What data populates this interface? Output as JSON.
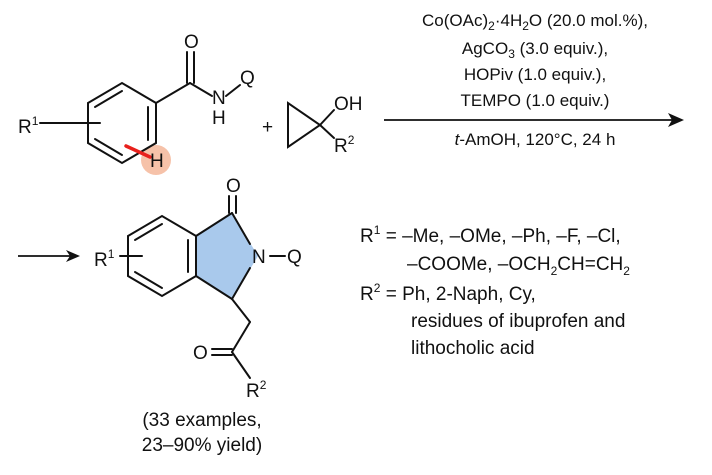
{
  "scheme": {
    "reactant1": {
      "sub_label": "R",
      "sub_index": "1",
      "n": "N",
      "h_on_n": "H",
      "q": "Q",
      "o": "O",
      "h_ch": "H"
    },
    "plus": "+",
    "reactant2": {
      "oh": "OH",
      "r": "R",
      "r_index": "2"
    },
    "conditions": {
      "line1_a": "Co(OAc)",
      "line1_sub": "2",
      "line1_b": "·4H",
      "line1_sub2": "2",
      "line1_c": "O (20.0 mol.%),",
      "line2_a": "AgCO",
      "line2_sub": "3",
      "line2_b": " (3.0 equiv.),",
      "line3": "HOPiv (1.0 equiv.),",
      "line4": "TEMPO (1.0 equiv.)",
      "line5_italic": "t",
      "line5_rest": "-AmOH, 120°C, 24 h"
    },
    "product": {
      "sub_label": "R",
      "sub_index": "1",
      "o_top": "O",
      "n": "N",
      "q": "Q",
      "o_ketone": "O",
      "r": "R",
      "r_index": "2",
      "examples": "(33 examples,",
      "yield": "23–90% yield)"
    },
    "substituents": {
      "r1_label": "R",
      "r1_index": "1",
      "r1_line1": " = –Me, –OMe, –Ph, –F, –Cl,",
      "r1_line2_a": "–COOMe, –OCH",
      "r1_line2_sub": "2",
      "r1_line2_b": "CH=CH",
      "r1_line2_sub2": "2",
      "r2_label": "R",
      "r2_index": "2",
      "r2_line1": " = Ph, 2-Naph, Cy,",
      "r2_line2": "residues of ibuprofen and",
      "r2_line3": "lithocholic acid"
    },
    "colors": {
      "highlight_bond": "#e8201c",
      "highlight_h": "#f6c2a9",
      "ring_fill": "#a9c9ec"
    }
  }
}
